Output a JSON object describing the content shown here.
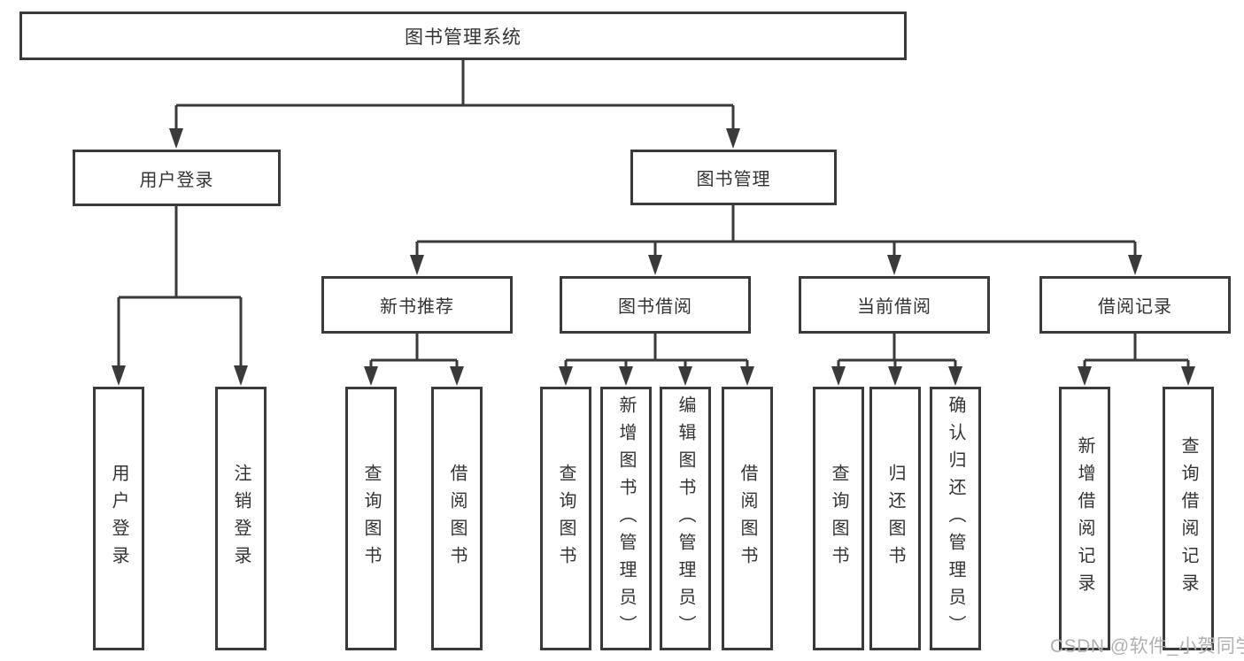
{
  "diagram": {
    "root": {
      "label": "图书管理系统"
    },
    "level2": [
      {
        "id": "user-login",
        "label": "用户登录"
      },
      {
        "id": "book-management",
        "label": "图书管理"
      }
    ],
    "level3": [
      {
        "id": "new-book-recommend",
        "label": "新书推荐",
        "parent": "图书管理"
      },
      {
        "id": "book-borrow",
        "label": "图书借阅",
        "parent": "图书管理"
      },
      {
        "id": "current-borrow",
        "label": "当前借阅",
        "parent": "图书管理"
      },
      {
        "id": "borrow-records",
        "label": "借阅记录",
        "parent": "图书管理"
      }
    ],
    "leaves": [
      {
        "label": "用户登录",
        "parent": "用户登录"
      },
      {
        "label": "注销登录",
        "parent": "用户登录"
      },
      {
        "label": "查询图书",
        "parent": "新书推荐"
      },
      {
        "label": "借阅图书",
        "parent": "新书推荐"
      },
      {
        "label": "查询图书",
        "parent": "图书借阅"
      },
      {
        "label": "新增图书（管理员）",
        "parent": "图书借阅"
      },
      {
        "label": "编辑图书（管理员）",
        "parent": "图书借阅"
      },
      {
        "label": "借阅图书",
        "parent": "图书借阅"
      },
      {
        "label": "查询图书",
        "parent": "当前借阅"
      },
      {
        "label": "归还图书",
        "parent": "当前借阅"
      },
      {
        "label": "确认归还（管理员）",
        "parent": "当前借阅"
      },
      {
        "label": "新增借阅记录",
        "parent": "借阅记录"
      },
      {
        "label": "查询借阅记录",
        "parent": "借阅记录"
      }
    ]
  },
  "watermark": {
    "text": "CSDN @软件_小贺同学"
  },
  "colors": {
    "line": "#3a3a3a",
    "text": "#333333",
    "background": "#ffffff",
    "watermark": "#b0b0b0"
  }
}
